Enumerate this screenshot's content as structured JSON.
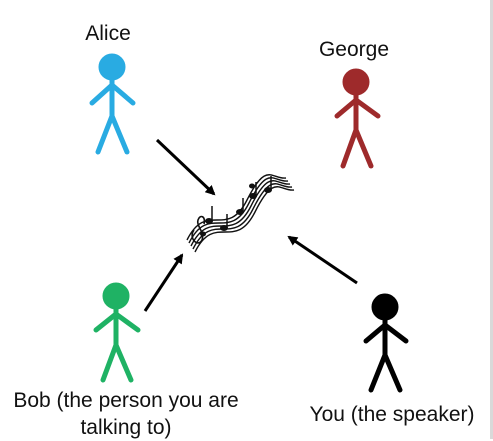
{
  "people": {
    "alice": {
      "label": "Alice",
      "color": "#29abe2"
    },
    "george": {
      "label": "George",
      "color": "#9e2a2b"
    },
    "bob": {
      "label": "Bob (the person you are talking to)",
      "color": "#1fb264"
    },
    "you": {
      "label": "You (the speaker)",
      "color": "#000000"
    }
  },
  "icons": {
    "music": "music-notes-icon",
    "arrow": "arrow-icon"
  }
}
